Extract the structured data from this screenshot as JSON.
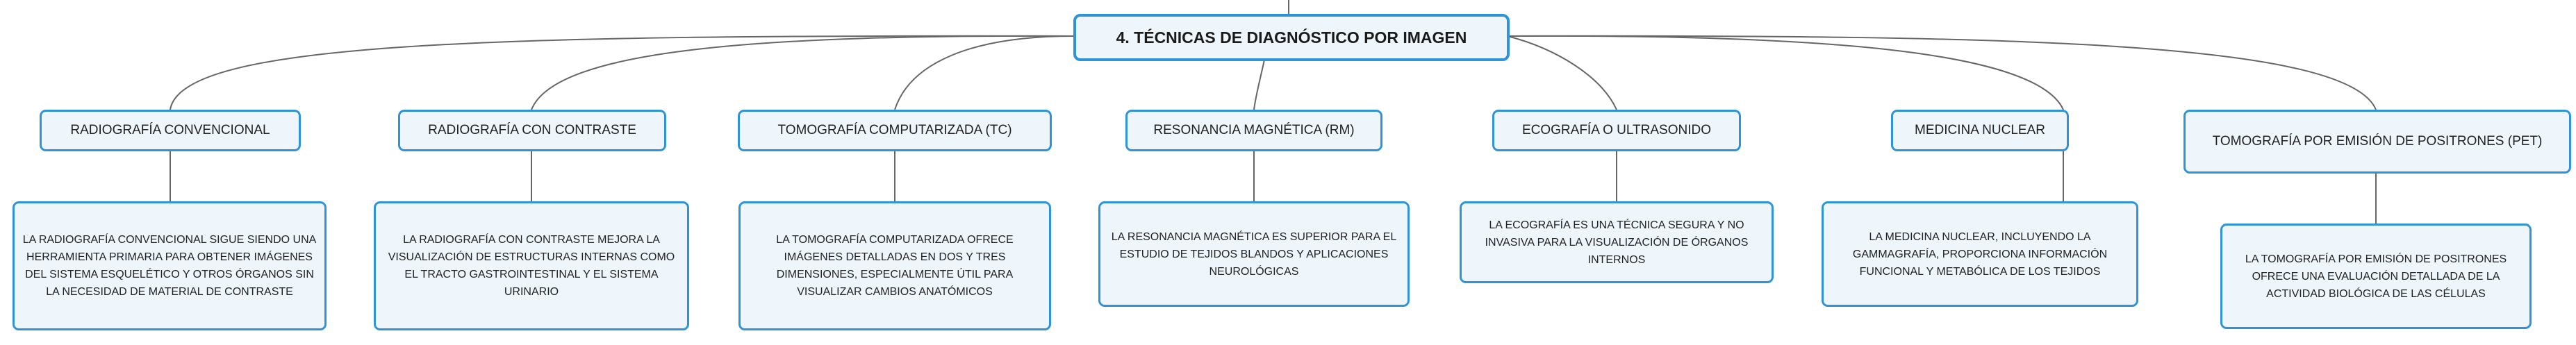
{
  "central": {
    "title": "4. TÉCNICAS DE DIAGNÓSTICO POR IMAGEN"
  },
  "topics": [
    {
      "label": "RADIOGRAFÍA CONVENCIONAL",
      "description": "LA RADIOGRAFÍA CONVENCIONAL SIGUE SIENDO UNA HERRAMIENTA PRIMARIA PARA OBTENER IMÁGENES DEL SISTEMA ESQUELÉTICO Y OTROS ÓRGANOS SIN LA NECESIDAD DE MATERIAL DE CONTRASTE"
    },
    {
      "label": "RADIOGRAFÍA CON CONTRASTE",
      "description": "LA RADIOGRAFÍA CON CONTRASTE MEJORA LA VISUALIZACIÓN DE ESTRUCTURAS INTERNAS COMO EL TRACTO GASTROINTESTINAL Y EL SISTEMA URINARIO"
    },
    {
      "label": "TOMOGRAFÍA COMPUTARIZADA (TC)",
      "description": "LA TOMOGRAFÍA COMPUTARIZADA OFRECE IMÁGENES DETALLADAS EN DOS Y TRES DIMENSIONES, ESPECIALMENTE ÚTIL PARA VISUALIZAR CAMBIOS ANATÓMICOS"
    },
    {
      "label": "RESONANCIA MAGNÉTICA (RM)",
      "description": "LA RESONANCIA MAGNÉTICA ES SUPERIOR PARA EL ESTUDIO DE TEJIDOS BLANDOS Y APLICACIONES NEUROLÓGICAS"
    },
    {
      "label": "ECOGRAFÍA O ULTRASONIDO",
      "description": "LA ECOGRAFÍA ES UNA TÉCNICA SEGURA Y NO INVASIVA PARA LA VISUALIZACIÓN DE ÓRGANOS INTERNOS"
    },
    {
      "label": "MEDICINA NUCLEAR",
      "description": "LA MEDICINA NUCLEAR, INCLUYENDO LA GAMMAGRAFÍA, PROPORCIONA INFORMACIÓN FUNCIONAL Y METABÓLICA DE LOS TEJIDOS"
    },
    {
      "label": "TOMOGRAFÍA POR EMISIÓN DE POSITRONES (PET)",
      "description": "LA TOMOGRAFÍA POR EMISIÓN DE POSITRONES OFRECE UNA EVALUACIÓN DETALLADA DE LA ACTIVIDAD BIOLÓGICA DE LAS CÉLULAS"
    }
  ],
  "colors": {
    "border": "#2f93d8",
    "fill": "#eef6fc",
    "line": "#666666"
  }
}
